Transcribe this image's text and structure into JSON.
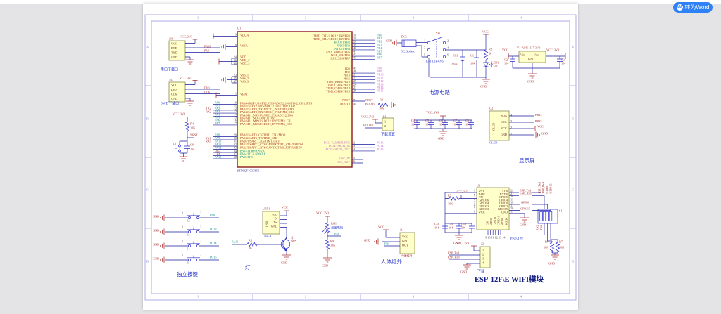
{
  "toolbar": {
    "convert_word": "转为Word"
  },
  "frame": {
    "cols": [
      "1",
      "2",
      "3",
      "4"
    ],
    "rows": [
      "A",
      "B",
      "C",
      "D"
    ]
  },
  "nets": {
    "vcc33": "VCC_3V3",
    "vcc": "VCC",
    "gnd": "GND",
    "nrst": "NRST",
    "boot0": "BOOT0",
    "pa9": "PA9",
    "pa10": "PA10",
    "dio": "DIO",
    "clk": "CLK",
    "tx1": "TX1",
    "rx1": "RX1",
    "tx2": "TX2",
    "rx2": "RX2",
    "pa11": "PA11",
    "pa6": "PA6",
    "pb5": "PB5",
    "pa0": "PA0",
    "pc13": "PC13",
    "pc14": "PC14",
    "pc15": "PC15"
  },
  "u1": {
    "ref": "U1",
    "part": "STM32F103C8T6",
    "vdda": [
      "VDDA"
    ],
    "vssa": [
      "VSSA"
    ],
    "vdd": [
      "VDD_1",
      "VDD_2",
      "VDD_3"
    ],
    "vss": [
      "VSS_1",
      "VSS_2",
      "VSS_3"
    ],
    "vbat": [
      "VBAT"
    ],
    "pa0_7": [
      "PA0/WKUP/USART2_CTS/ADC12_IN0/TIM2_CH1_ETR",
      "PA1/USART2_RTS/ADC12_IN1/TIM2_CH2",
      "PA2/USART2_TX/ADC12_IN2/TIM2_CH3",
      "PA3/USART2_RX/ADC12_IN3/TIM2_CH4",
      "PA4/SPI1_NSS/USART2_CK/ADC12_IN4",
      "PA5/SPI1_SCK/ADC12_IN5",
      "PA6/SPI1_MISO/ADC12_IN6/TIM3_CH1",
      "PA7/SPI1_MOSI/ADC12_IN7/TIM3_CH2"
    ],
    "pa8_15": [
      {
        "t": "PA8/USART1_CK/TIM1_CH1/MCO"
      },
      {
        "t": "PA9/USART1_TX/TIM1_CH2"
      },
      {
        "t": "PA10/USART1_RX/TIM1_CH3"
      },
      {
        "t": "PA11/USART1_CTS/CANRX/TIM1_CH4/USBDM"
      },
      {
        "t": "PA12/USART1_RTS/CANTX/TIM1_ETR/USBDP"
      },
      {
        "t": "PA13/JTMS/SWDIO",
        "c": "cyan"
      },
      {
        "t": "PA14/JTCK/SWCLK",
        "c": "cyan"
      },
      {
        "t": "PA15/JTDI",
        "c": "cyan"
      }
    ],
    "pb0_7": [
      {
        "t": "TIM3_CH3/ADC12_IN8/PB0"
      },
      {
        "t": "TIM3_CH4/ADC12_IN9/PB1"
      },
      {
        "t": "BOOT1/PB2",
        "c": "cyan"
      },
      {
        "t": "JTDO/PB3",
        "c": "cyan"
      },
      {
        "t": "JNTRST/PB4",
        "c": "cyan"
      },
      {
        "t": "I2C1_SMBAL/PB5"
      },
      {
        "t": "I2C1_SCL/PB6"
      },
      {
        "t": "I2C1_SDA/PB7"
      }
    ],
    "pb8_15": [
      "PB8",
      "PB9",
      "PB10",
      "PB11",
      "TIM1_BKIN/PB12",
      "TIM1_CH1N/PB13",
      "TIM1_CH2N/PB14",
      "TIM1_CH3N/PB15"
    ],
    "nrst_boot": [
      "NRST",
      "BOOT0"
    ],
    "pc": [
      "PC13-TAMPER-RTC",
      "PC14-OSC32_IN",
      "PC15-OSC32_OUT"
    ],
    "osc": [
      "OSC_IN",
      "OSC_OUT"
    ],
    "nums": {
      "vdda": [
        "9"
      ],
      "vssa": [
        "8"
      ],
      "vdd": [
        "24",
        "36",
        "48"
      ],
      "vss": [
        "23",
        "35",
        "47"
      ],
      "vbat": [
        "1"
      ],
      "pa0_7": [
        "10",
        "11",
        "12",
        "13",
        "14",
        "15",
        "16",
        "17"
      ],
      "pa8_15": [
        "29",
        "30",
        "31",
        "32",
        "33",
        "34",
        "37",
        "38"
      ],
      "pb0_7": [
        "18",
        "19",
        "20",
        "39",
        "40",
        "41",
        "42",
        "43"
      ],
      "pb8_15": [
        "45",
        "46",
        "21",
        "22",
        "25",
        "26",
        "27",
        "28"
      ],
      "nrst_boot": [
        "7",
        "44"
      ],
      "pc": [
        "2",
        "3",
        "4"
      ],
      "osc": [
        "5",
        "6"
      ]
    },
    "ext": {
      "pa0_7": [
        "PA0",
        "PA1",
        "PA2",
        "PA3",
        "PA4",
        "PA5",
        "PA6",
        "PA7"
      ],
      "pa8_15": [
        {
          "t": "PA8"
        },
        {
          "t": "PA9"
        },
        {
          "t": "PA10"
        },
        {
          "t": "PA11"
        },
        {
          "t": "PA12"
        },
        {
          "t": "DIO",
          "c": "red"
        },
        {
          "t": "CLK",
          "c": "red"
        },
        {
          "t": "PA15"
        }
      ],
      "pb0_7": [
        "PB0",
        "PB1",
        "PB2",
        "PB3",
        "PB4",
        "PB5",
        "PB6",
        "PB7"
      ],
      "pb8_15": [
        "PB8",
        "PB9",
        "PB10",
        "PB11",
        "PB12",
        "PB13",
        "PB14",
        "PB15"
      ],
      "pc": [
        "PC13",
        "PC14",
        "PC15"
      ]
    }
  },
  "j01": {
    "ref": "J01",
    "pins": [
      "VCC",
      "RXD",
      "TXD",
      "GND"
    ],
    "label": "串口下载口"
  },
  "j02": {
    "ref": "J02",
    "pins": [
      "VCC",
      "DIO",
      "CLK",
      "GND"
    ],
    "label": "SWD下载口"
  },
  "reset": {
    "r": [
      "R4",
      "10K"
    ],
    "k": "K1",
    "c": [
      "C9",
      "104"
    ]
  },
  "boot": {
    "r": [
      "R3",
      "10K"
    ],
    "p_ref": "P1",
    "p_pins": [
      "1",
      "2"
    ],
    "label": "下载设置"
  },
  "capbank": {
    "caps": [
      [
        "C4",
        "104"
      ],
      [
        "C5",
        "104"
      ],
      [
        "C6",
        "104"
      ],
      [
        "C7",
        "104"
      ],
      [
        "C8",
        "104"
      ]
    ]
  },
  "power": {
    "dc": "DC1",
    "dc_label": "DC_Socket",
    "sw": "SW1",
    "sw_label": "KFT DIP-6X6",
    "sw_pins": [
      "1",
      "2",
      "3",
      "4",
      "5",
      "6"
    ],
    "ec": [
      "EC1",
      "22uF"
    ],
    "c1": [
      "C1",
      "104"
    ],
    "r2": [
      "R2",
      "1k"
    ],
    "led": [
      "LED1",
      "LED"
    ],
    "title": "电源电路",
    "reg": {
      "ref": "V1  AMS1117-3V3",
      "vin": "Vin",
      "vout": "Vout",
      "gnd": "GND",
      "c2": [
        "C2",
        "104"
      ],
      "c3": [
        "C3",
        "104"
      ]
    }
  },
  "oled": {
    "ref": "U2",
    "body": "OLED",
    "pins": [
      "SDA",
      "SCL",
      "VCC",
      "GND"
    ],
    "nums": [
      "4",
      "3",
      "2",
      "1"
    ],
    "nets": [
      "PB14",
      "PB15"
    ],
    "label": "OLED",
    "title": "显示屏"
  },
  "keys": {
    "refs": [
      "S2",
      "S3",
      "S4",
      "S5"
    ],
    "n1": "1",
    "n2": "2",
    "title": "独立按键"
  },
  "lamp": {
    "usb_ref": "USB1",
    "usb_body": "USB",
    "usb_pins": [
      "VCC",
      "D-",
      "D+",
      "GND"
    ],
    "usb_label": "USB-A",
    "r": [
      "R6",
      "1K"
    ],
    "q": [
      "Q1",
      "NPN"
    ],
    "title": "灯"
  },
  "ldr": {
    "rg": "RG1",
    "rg_label": "光敏电阻",
    "r": [
      "R9",
      "10K"
    ]
  },
  "pir": {
    "ref": "J1",
    "pins": [
      "VCC",
      "GND",
      "OUT"
    ],
    "small": "人体红外",
    "title": "人体红外"
  },
  "esp": {
    "ref": "U3",
    "left": [
      "RST",
      "ADC",
      "EN",
      "GPIO16",
      "GPIO14",
      "GPIO12",
      "GPIO13",
      "VCC"
    ],
    "right": [
      "TXD0",
      "RXD0",
      "GPIO5",
      "GPIO4",
      "GPIO0",
      "GPIO2",
      "GPIO15",
      "GND"
    ],
    "bottom": [
      "CS0",
      "MISO",
      "GPIO9",
      "GPIO10",
      "MOSI",
      "SCLK"
    ],
    "lnums": [
      "1",
      "2",
      "3",
      "4",
      "5",
      "6",
      "7",
      "8"
    ],
    "rnums": [
      "22",
      "21",
      "20",
      "19",
      "18",
      "17",
      "16",
      "15"
    ],
    "bnums": [
      "9",
      "10",
      "11",
      "12",
      "13",
      "14"
    ],
    "r5": [
      "R5",
      "10K"
    ],
    "caps": [
      [
        "C10",
        "104"
      ],
      [
        "C11",
        "104"
      ],
      [
        "C12",
        "106"
      ]
    ],
    "label": "ESP-12F",
    "txd": "ESP_Txd",
    "rxd": "ESP_Rxd",
    "gpio0": "GPIO0",
    "gpio15": "GPIO15"
  },
  "dip": {
    "ref": "S1",
    "top": [
      "ESP_Txd",
      "ESP_Rxd",
      "GPIO0",
      "GPIO15"
    ],
    "bot": [
      "RX2",
      "TX2"
    ],
    "r8": [
      "R8",
      "10K"
    ],
    "r7": [
      "R7",
      "10K"
    ]
  },
  "dl": {
    "ref": "J2",
    "nums": [
      "1",
      "2",
      "3",
      "4"
    ],
    "label": "下载"
  },
  "title": "ESP-12F\\E WIFI模块"
}
